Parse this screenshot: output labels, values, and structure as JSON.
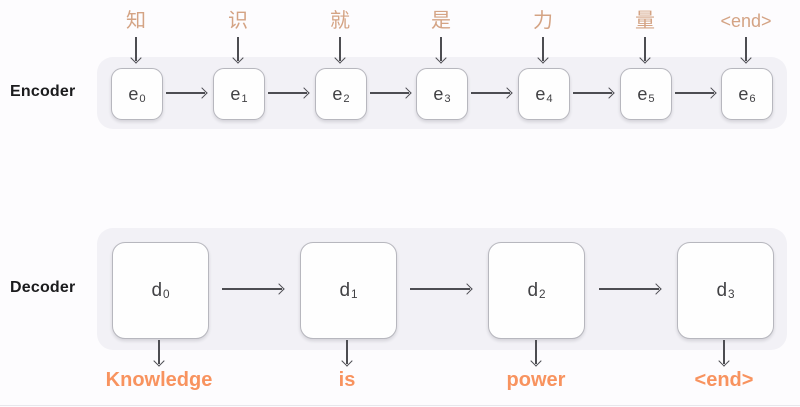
{
  "colors": {
    "panel_bg": "#f2f1f6",
    "cell_bg": "#fefefe",
    "cell_border": "#b7b7be",
    "cell_text": "#424245",
    "arrow": "#4d4d52",
    "source_token": "#d4a384",
    "output_token": "#f8935f",
    "label_text": "#1b1b1d",
    "divider": "#e8e7ec"
  },
  "encoder": {
    "label": "Encoder",
    "tokens": [
      "知",
      "识",
      "就",
      "是",
      "力",
      "量",
      "<end>"
    ],
    "cells": [
      {
        "base": "e",
        "sub": "0"
      },
      {
        "base": "e",
        "sub": "1"
      },
      {
        "base": "e",
        "sub": "2"
      },
      {
        "base": "e",
        "sub": "3"
      },
      {
        "base": "e",
        "sub": "4"
      },
      {
        "base": "e",
        "sub": "5"
      },
      {
        "base": "e",
        "sub": "6"
      }
    ]
  },
  "decoder": {
    "label": "Decoder",
    "cells": [
      {
        "base": "d",
        "sub": "0"
      },
      {
        "base": "d",
        "sub": "1"
      },
      {
        "base": "d",
        "sub": "2"
      },
      {
        "base": "d",
        "sub": "3"
      }
    ],
    "outputs": [
      "Knowledge",
      "is",
      "power",
      "<end>"
    ]
  }
}
